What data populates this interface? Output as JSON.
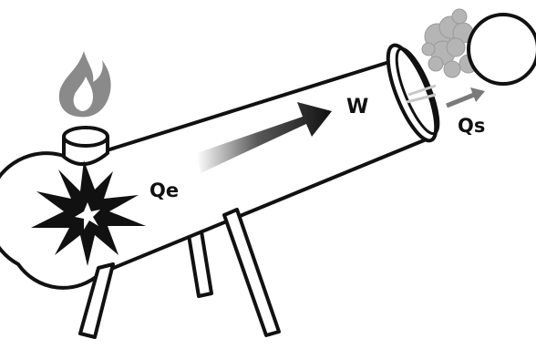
{
  "labels": {
    "heat_in": "Qe",
    "work": "W",
    "heat_out": "Qs"
  },
  "colors": {
    "outline": "#111111",
    "fill": "#ffffff",
    "flame": "#8a8a8a",
    "smoke": "#b5b5b5",
    "explosion": "#111111",
    "arrow_dark": "#111111",
    "exhaust_arrow": "#7a7a7a"
  },
  "icons": [
    "flame-icon",
    "explosion-icon",
    "smoke-icon",
    "work-arrow-icon",
    "exhaust-arrow-icon"
  ]
}
